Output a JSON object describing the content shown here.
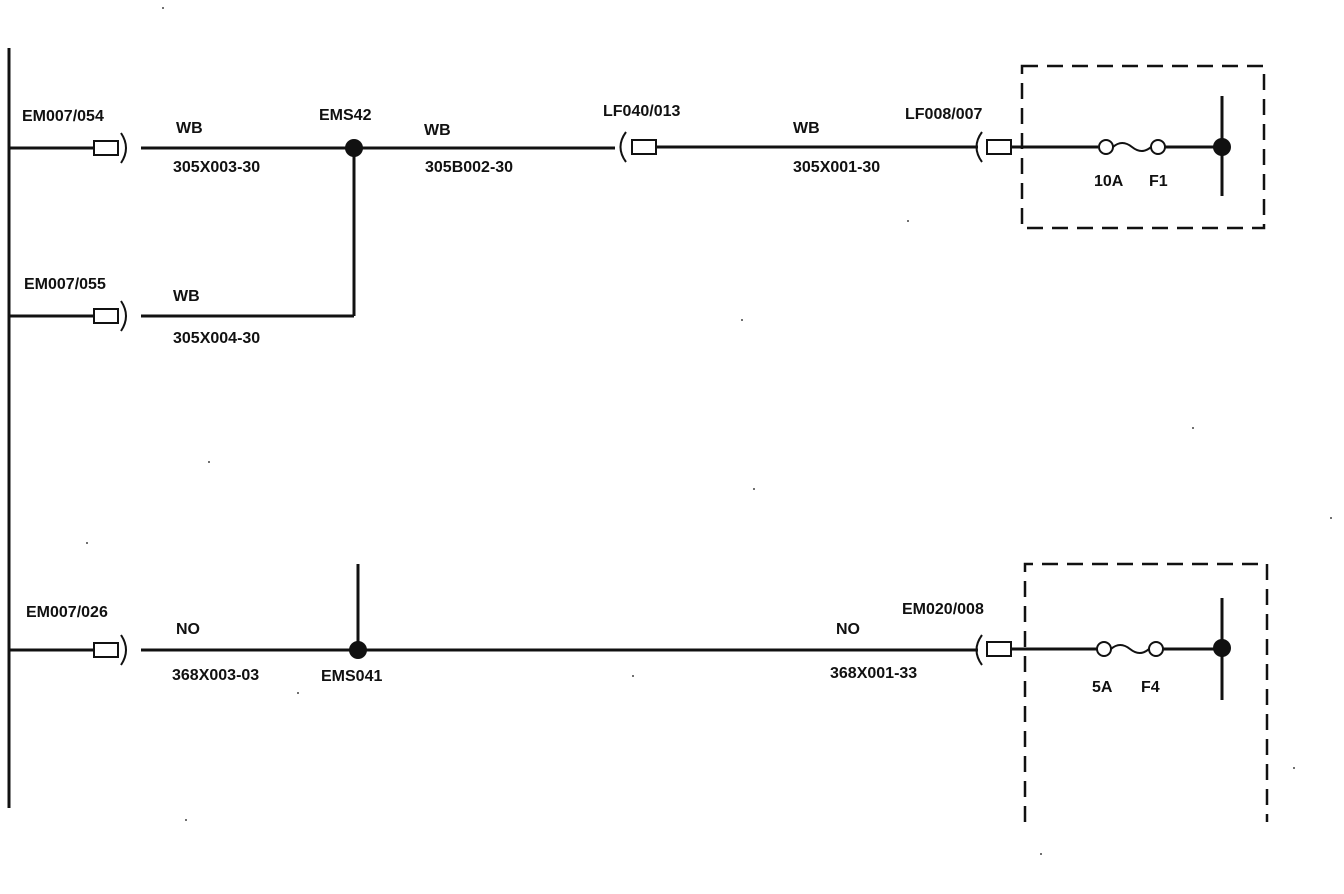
{
  "connectors": {
    "em007_054": "EM007/054",
    "em007_055": "EM007/055",
    "em007_026": "EM007/026",
    "lf040_013": "LF040/013",
    "lf008_007": "LF008/007",
    "em020_008": "EM020/008"
  },
  "splices": {
    "ems42": "EMS42",
    "ems041": "EMS041"
  },
  "wires": {
    "w1": {
      "color": "WB",
      "id": "305X003-30"
    },
    "w2": {
      "color": "WB",
      "id": "305B002-30"
    },
    "w3": {
      "color": "WB",
      "id": "305X001-30"
    },
    "w4": {
      "color": "WB",
      "id": "305X004-30"
    },
    "w5": {
      "color": "NO",
      "id": "368X003-03"
    },
    "w6": {
      "color": "NO",
      "id": "368X001-33"
    }
  },
  "fuses": {
    "f1": {
      "rating": "10A",
      "name": "F1"
    },
    "f4": {
      "rating": "5A",
      "name": "F4"
    }
  }
}
